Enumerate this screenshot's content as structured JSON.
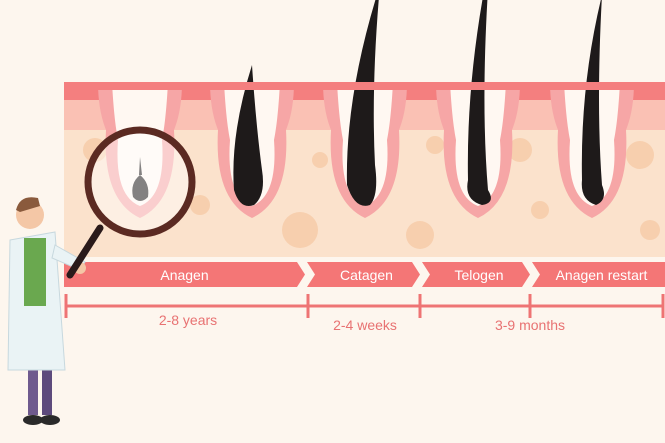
{
  "phases": [
    {
      "label": "Anagen"
    },
    {
      "label": "Catagen"
    },
    {
      "label": "Telogen"
    },
    {
      "label": "Anagen restart"
    }
  ],
  "durations": [
    {
      "label": "2-8 years"
    },
    {
      "label": "2-4 weeks"
    },
    {
      "label": "3-9 months"
    }
  ],
  "colors": {
    "background": "#fdf6ee",
    "skin": "#fbe2cc",
    "epidermis": "#f47f7f",
    "timeline": "#f47676",
    "duration_text": "#e87272",
    "hair": "#1e1a1a",
    "magnifier_ring": "#5b2a22"
  }
}
